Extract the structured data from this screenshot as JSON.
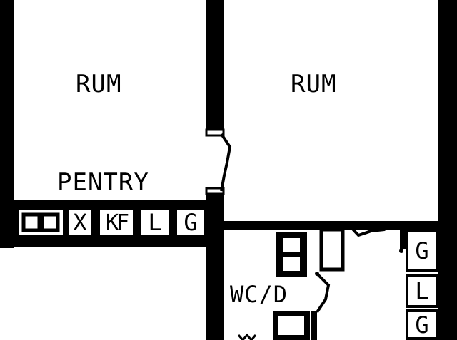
{
  "rooms": {
    "left_room": "RUM",
    "right_room": "RUM",
    "pantry": "PENTRY",
    "wc": "WC/D"
  },
  "kitchen_codes": {
    "cross": "X",
    "kf": "KF",
    "l": "L",
    "g": "G"
  },
  "side_codes": {
    "g_top": "G",
    "l": "L",
    "g_bottom": "G"
  },
  "colors": {
    "wall": "#000000",
    "background": "#ffffff"
  }
}
